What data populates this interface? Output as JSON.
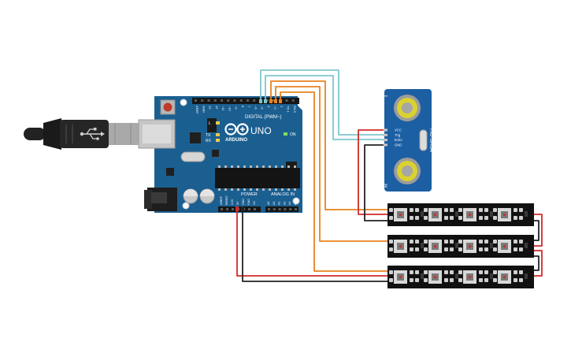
{
  "arduino": {
    "brand_text": "ARDUINO",
    "model_text": "UNO",
    "digital_header_label": "DIGITAL (PWM~)",
    "power_header_label": "POWER",
    "analog_header_label": "ANALOG IN",
    "led_l_label": "L",
    "led_tx_label": "TX",
    "led_rx_label": "RX",
    "led_on_label": "ON",
    "board_color": "#1b5f91",
    "digital_pins": [
      "AREF",
      "GND",
      "13",
      "12",
      "~11",
      "~10",
      "~9",
      "8",
      "7",
      "~6",
      "~5",
      "4",
      "~3",
      "2",
      "TX 1",
      "RX 0"
    ],
    "power_pins": [
      "IOREF",
      "RESET",
      "3.3V",
      "5V",
      "GND",
      "GND",
      "Vin"
    ],
    "analog_pins": [
      "A0",
      "A1",
      "A2",
      "A3",
      "A4",
      "A5"
    ]
  },
  "sensor": {
    "model_label": "HC-SR04",
    "t_label": "T",
    "r_label": "R",
    "pins": [
      "VCC",
      "Trig",
      "Echo",
      "GND"
    ],
    "board_color": "#1c5fa3"
  },
  "led_strip": {
    "board_color": "#111111",
    "pixel_color": "#d8d8d8"
  },
  "wires": {
    "signal_light_blue": "#7ec6cf",
    "signal_orange": "#e8821e",
    "power_red": "#d12a2a",
    "ground_black": "#222222"
  }
}
